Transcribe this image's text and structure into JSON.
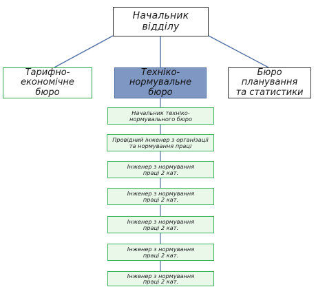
{
  "diagram": {
    "top": {
      "label": "Начальник відділу"
    },
    "departments": [
      {
        "line1": "Тарифно-економічне",
        "line2": "бюро"
      },
      {
        "line1": "Техніко-нормувальне",
        "line2": "бюро"
      },
      {
        "line1": "Бюро планування",
        "line2": "та статистики"
      }
    ],
    "staff": [
      {
        "line1": "Начальник техніко-",
        "line2": "нормувального бюро"
      },
      {
        "line1": "Провідний інженер з організації",
        "line2": "та нормування праці"
      },
      {
        "line1": "Інженер з нормування",
        "line2": "праці 2 кат."
      },
      {
        "line1": "Інженер з нормування",
        "line2": "праці 2 кат."
      },
      {
        "line1": "Інженер з нормування",
        "line2": "праці 2 кат."
      },
      {
        "line1": "Інженер з нормування",
        "line2": "праці 2 кат."
      },
      {
        "line1": "Інженер з нормування",
        "line2": "праці 2 кат."
      }
    ]
  },
  "colors": {
    "line": "#4f6fa3",
    "top_border": "#2f2f2f",
    "left_border": "#28a948",
    "center_fill": "#7f98c3",
    "center_border": "#4f6fa3",
    "small_fill": "#eaf8ea",
    "small_border": "#35b45b"
  }
}
